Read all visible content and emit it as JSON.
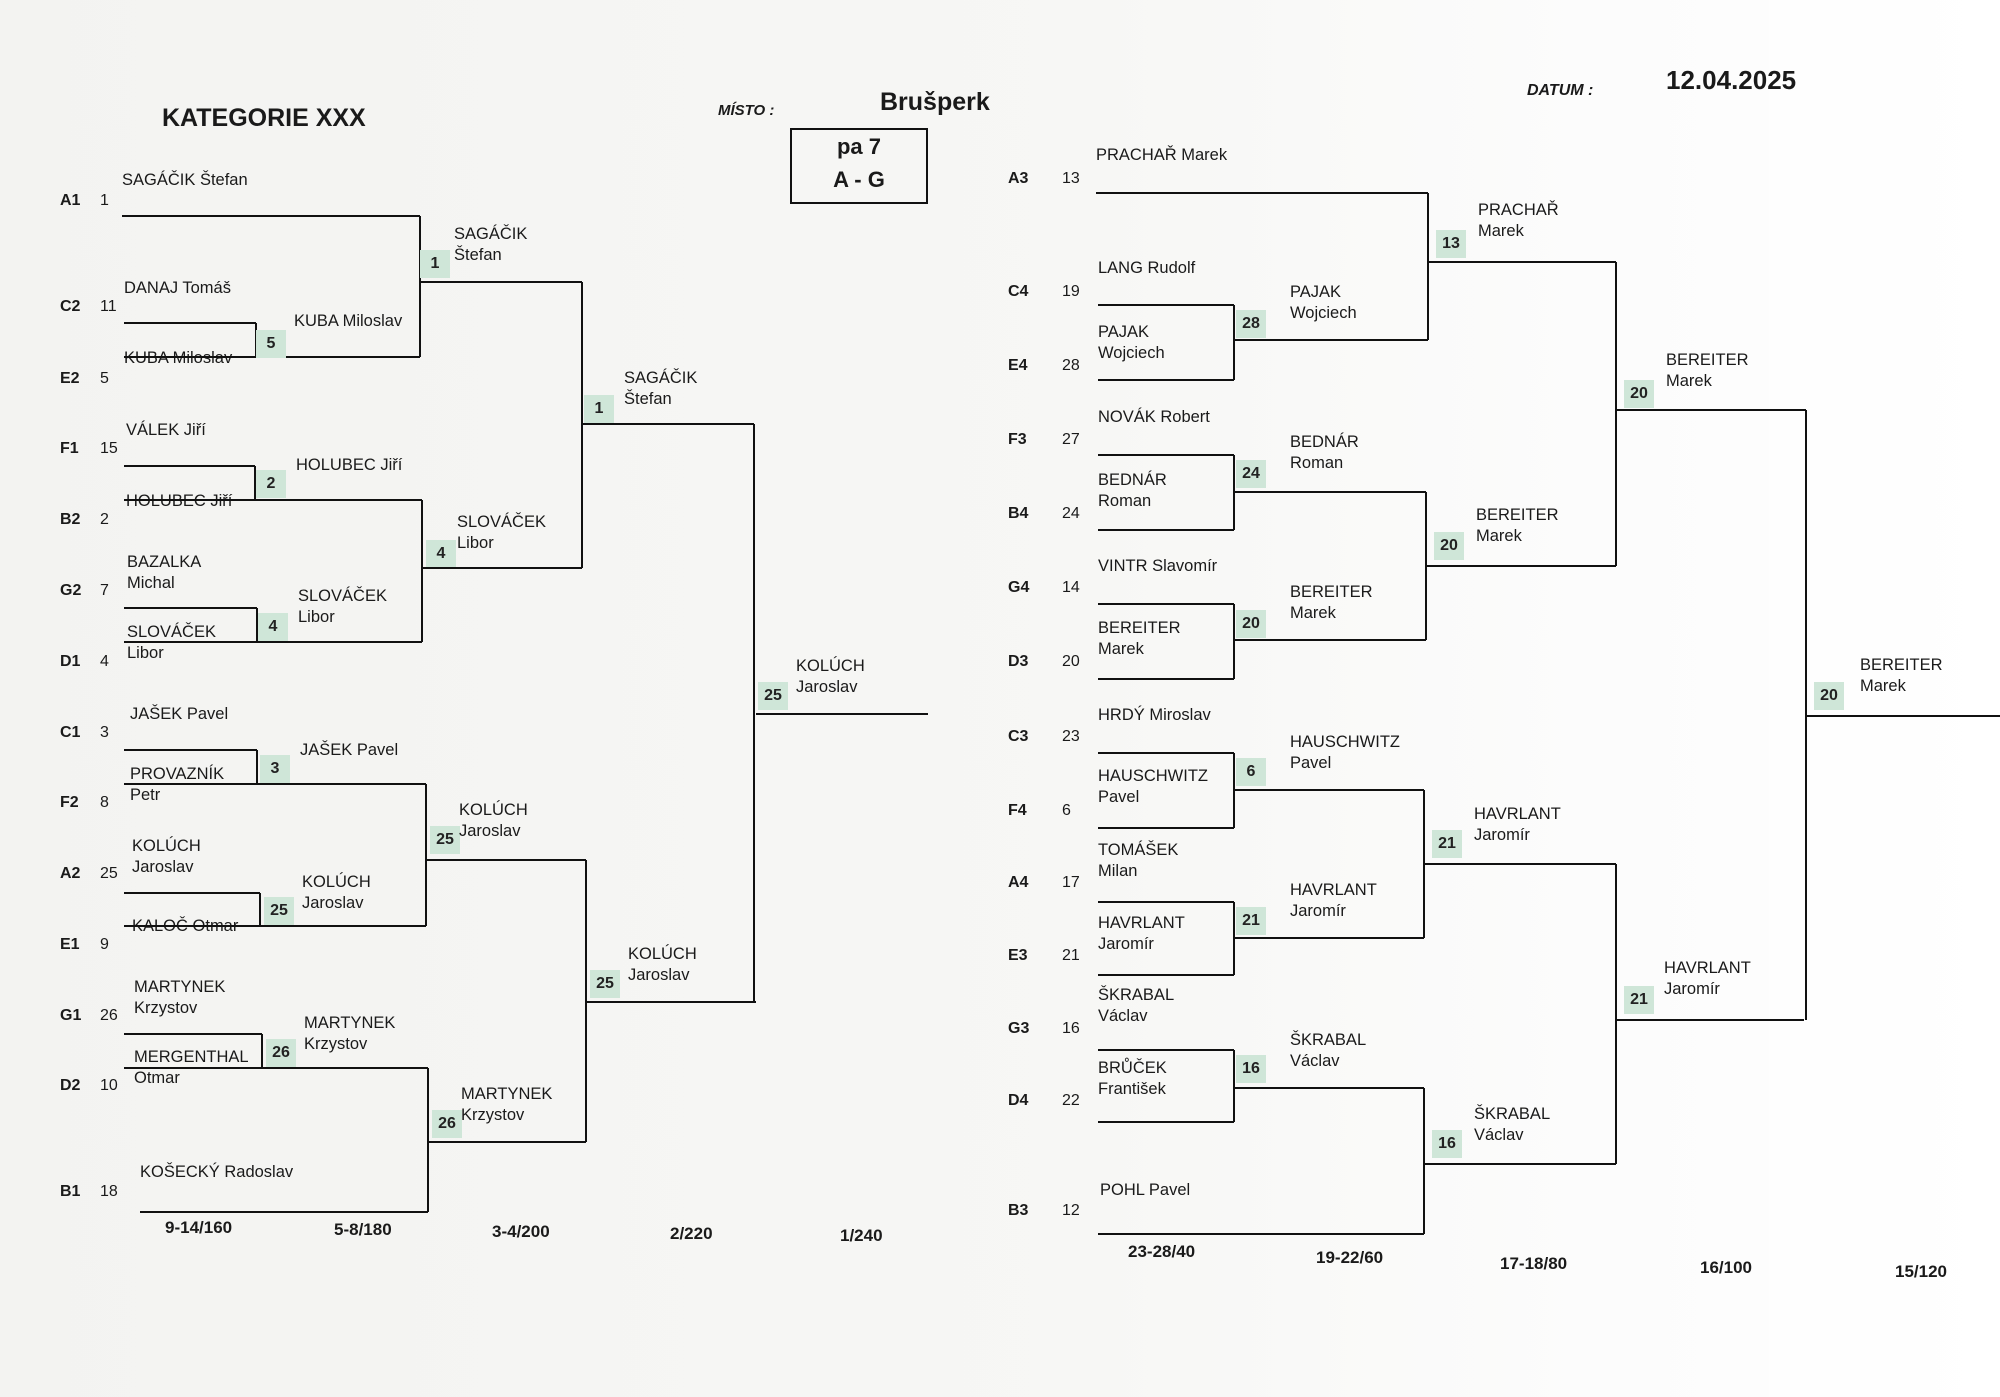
{
  "header": {
    "category": "KATEGORIE XXX",
    "place_label": "MÍSTO :",
    "place": "Brušperk",
    "date_label": "DATUM :",
    "date": "12.04.2025",
    "group_line1": "pa 7",
    "group_line2": "A - G"
  },
  "left_entries": [
    {
      "pos": "A1",
      "seed": "1",
      "name": "SAGÁČIK Štefan"
    },
    {
      "pos": "C2",
      "seed": "11",
      "name": "DANAJ Tomáš"
    },
    {
      "pos": "E2",
      "seed": "5",
      "name": "KUBA Miloslav"
    },
    {
      "pos": "F1",
      "seed": "15",
      "name": "VÁLEK Jiří"
    },
    {
      "pos": "B2",
      "seed": "2",
      "name": "HOLUBEC Jiří"
    },
    {
      "pos": "G2",
      "seed": "7",
      "name": "BAZALKA\nMichal"
    },
    {
      "pos": "D1",
      "seed": "4",
      "name": "SLOVÁČEK\nLibor"
    },
    {
      "pos": "C1",
      "seed": "3",
      "name": "JAŠEK Pavel"
    },
    {
      "pos": "F2",
      "seed": "8",
      "name": "PROVAZNÍK\nPetr"
    },
    {
      "pos": "A2",
      "seed": "25",
      "name": "KOLÚCH\nJaroslav"
    },
    {
      "pos": "E1",
      "seed": "9",
      "name": "KALOČ Otmar"
    },
    {
      "pos": "G1",
      "seed": "26",
      "name": "MARTYNEK\nKrzystov"
    },
    {
      "pos": "D2",
      "seed": "10",
      "name": "MERGENTHAL\nOtmar"
    },
    {
      "pos": "B1",
      "seed": "18",
      "name": "KOŠECKÝ Radoslav"
    }
  ],
  "left_r1": [
    {
      "num": "5",
      "name": "KUBA Miloslav"
    },
    {
      "num": "2",
      "name": "HOLUBEC Jiří"
    },
    {
      "num": "4",
      "name": "SLOVÁČEK\nLibor"
    },
    {
      "num": "3",
      "name": "JAŠEK Pavel"
    },
    {
      "num": "25",
      "name": "KOLÚCH\nJaroslav"
    },
    {
      "num": "26",
      "name": "MARTYNEK\nKrzystov"
    }
  ],
  "left_r2": [
    {
      "num": "1",
      "name": "SAGÁČIK\nŠtefan"
    },
    {
      "num": "4",
      "name": "SLOVÁČEK\nLibor"
    },
    {
      "num": "25",
      "name": "KOLÚCH\nJaroslav"
    },
    {
      "num": "26",
      "name": "MARTYNEK\nKrzystov"
    }
  ],
  "left_r3": [
    {
      "num": "1",
      "name": "SAGÁČIK\nŠtefan"
    },
    {
      "num": "25",
      "name": "KOLÚCH\nJaroslav"
    }
  ],
  "left_final": {
    "num": "25",
    "name": "KOLÚCH\nJaroslav"
  },
  "left_footer": [
    "9-14/160",
    "5-8/180",
    "3-4/200",
    "2/220",
    "1/240"
  ],
  "right_entries": [
    {
      "pos": "A3",
      "seed": "13",
      "name": "PRACHAŘ Marek"
    },
    {
      "pos": "C4",
      "seed": "19",
      "name": "LANG Rudolf"
    },
    {
      "pos": "E4",
      "seed": "28",
      "name": "PAJAK\nWojciech"
    },
    {
      "pos": "F3",
      "seed": "27",
      "name": "NOVÁK Robert"
    },
    {
      "pos": "B4",
      "seed": "24",
      "name": "BEDNÁR\nRoman"
    },
    {
      "pos": "G4",
      "seed": "14",
      "name": "VINTR Slavomír"
    },
    {
      "pos": "D3",
      "seed": "20",
      "name": "BEREITER\nMarek"
    },
    {
      "pos": "C3",
      "seed": "23",
      "name": "HRDÝ Miroslav"
    },
    {
      "pos": "F4",
      "seed": "6",
      "name": "HAUSCHWITZ\nPavel"
    },
    {
      "pos": "A4",
      "seed": "17",
      "name": "TOMÁŠEK\nMilan"
    },
    {
      "pos": "E3",
      "seed": "21",
      "name": "HAVRLANT\nJaromír"
    },
    {
      "pos": "G3",
      "seed": "16",
      "name": "ŠKRABAL\nVáclav"
    },
    {
      "pos": "D4",
      "seed": "22",
      "name": "BRŮČEK\nFrantišek"
    },
    {
      "pos": "B3",
      "seed": "12",
      "name": "POHL Pavel"
    }
  ],
  "right_r1": [
    {
      "num": "28",
      "name": "PAJAK\nWojciech"
    },
    {
      "num": "24",
      "name": "BEDNÁR\nRoman"
    },
    {
      "num": "20",
      "name": "BEREITER\nMarek"
    },
    {
      "num": "6",
      "name": "HAUSCHWITZ\nPavel"
    },
    {
      "num": "21",
      "name": "HAVRLANT\nJaromír"
    },
    {
      "num": "16",
      "name": "ŠKRABAL\nVáclav"
    }
  ],
  "right_r2": [
    {
      "num": "13",
      "name": "PRACHAŘ\nMarek"
    },
    {
      "num": "20",
      "name": "BEREITER\nMarek"
    },
    {
      "num": "21",
      "name": "HAVRLANT\nJaromír"
    },
    {
      "num": "16",
      "name": "ŠKRABAL\nVáclav"
    }
  ],
  "right_r3": [
    {
      "num": "20",
      "name": "BEREITER\nMarek"
    },
    {
      "num": "21",
      "name": "HAVRLANT\nJaromír"
    }
  ],
  "right_final": {
    "num": "20",
    "name": "BEREITER\nMarek"
  },
  "right_footer": [
    "23-28/40",
    "19-22/60",
    "17-18/80",
    "16/100",
    "15/120"
  ]
}
